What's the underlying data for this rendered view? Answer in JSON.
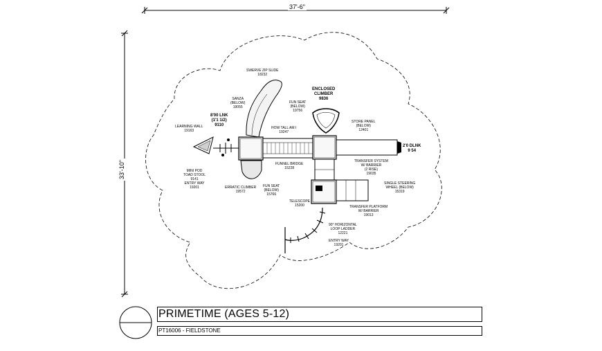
{
  "dimensions": {
    "width": "37'-6\"",
    "height": "33'-10\""
  },
  "title_block": {
    "title": "PRIMETIME (AGES 5-12)",
    "subtitle": "PT16006 - FIELDSTONE"
  },
  "components": {
    "swerve_slide": "SWERVE ZIP SLIDE\n18232",
    "encl_climber": "ENCLOSED\nCLIMBER\n9836",
    "sanza": "SANZA\n(BELOW)\n19055",
    "fun_seat_top": "FUN SEAT\n(BELOW)\n19756",
    "store_panel": "STORE PANEL\n(BELOW)\n12401",
    "deck_left": "8'00 LNK\n(1'1 1/2)\n9110",
    "learning_wall": "LEARNING WALL\n19163",
    "how_tall": "HOW TALL AM I\n19247",
    "deck_right": "2'0 DLNK\n9 54",
    "funnel_bridge": "FUNNEL BRIDGE\n15228",
    "transfer_system": "TRANSFER SYSTEM\nW/ BARRIER\n(2 RISE)\n19035",
    "mini_pod": "MINI POD\nTOAD STOOL\n9141\nENTRY WAY\n19201",
    "erratic_climber": "ERRATIC CLIMBER\n19572",
    "fun_seat_bottom": "FUN SEAT\n(BELOW)\n15766",
    "single_steering": "SINGLE STEERING\nWHEEL (BELOW)\n15319",
    "telescope": "TELESCOPE\n15200",
    "transfer_platform": "TRANSFER PLATFORM\nW/ BARRIER\n19013",
    "loop_ladder": "90° HORIZONTAL\nLOOP LADDER\n12221",
    "entry_way": "ENTRY WAY\n19201"
  }
}
